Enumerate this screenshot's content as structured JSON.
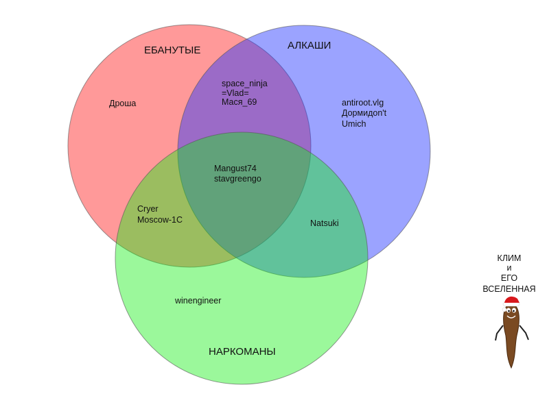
{
  "sets": [
    {
      "key": "crazy",
      "title": "ЕБАНУТЫЕ",
      "color": "#ff0000"
    },
    {
      "key": "alcoholics",
      "title": "АЛКАШИ",
      "color": "#3344ff"
    },
    {
      "key": "addicts",
      "title": "НАРКОМАНЫ",
      "color": "#22ee22"
    }
  ],
  "regions": {
    "crazy_only": [
      "Дроша"
    ],
    "crazy_alcoholics": [
      "space_ninja",
      "=Vlad=",
      "Мася_69"
    ],
    "alcoholics_only": [
      "antiroot.vlg",
      "Дормидоn't",
      "Umich"
    ],
    "all_three": [
      "Mangust74",
      "stavgreengo"
    ],
    "crazy_addicts": [
      "Cryer",
      "Moscow-1C"
    ],
    "alcoholics_addicts": [
      "Natsuki"
    ],
    "addicts_only": [
      "winengineer"
    ]
  },
  "credit": {
    "lines": [
      "КЛИМ",
      "и",
      "ЕГО",
      "ВСЕЛЕННАЯ"
    ],
    "mascot_icon": "poo-santa-hat-icon"
  }
}
